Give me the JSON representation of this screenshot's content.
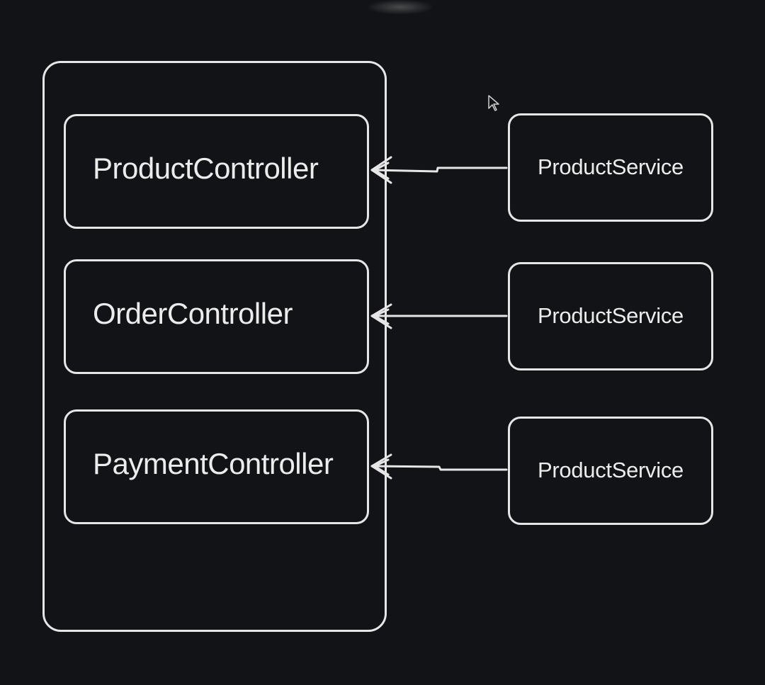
{
  "diagram": {
    "controllers": [
      {
        "label": "ProductController"
      },
      {
        "label": "OrderController"
      },
      {
        "label": "PaymentController"
      }
    ],
    "services": [
      {
        "label": "ProductService"
      },
      {
        "label": "ProductService"
      },
      {
        "label": "ProductService"
      }
    ]
  },
  "icons": {
    "cursor": "mouse-pointer-icon"
  },
  "colors": {
    "background": "#121317",
    "stroke": "#e6e6e6",
    "text": "#ececec"
  }
}
